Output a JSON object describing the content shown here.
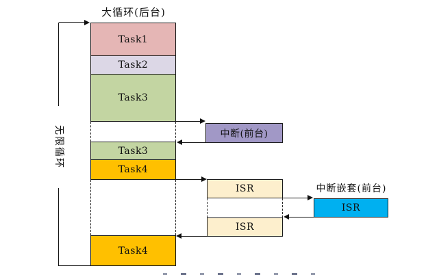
{
  "diagram": {
    "title": "大循环(后台)",
    "loop_label": "无限循环",
    "background_column": {
      "tasks": [
        {
          "id": "task1",
          "label": "Task1",
          "color": "#e5b6b5"
        },
        {
          "id": "task2",
          "label": "Task2",
          "color": "#dcd7e6"
        },
        {
          "id": "task3",
          "label": "Task3",
          "color": "#c3d5a2"
        },
        {
          "id": "task3-resume",
          "label": "Task3",
          "color": "#c3d5a2"
        },
        {
          "id": "task4",
          "label": "Task4",
          "color": "#ffc000"
        },
        {
          "id": "task4-resume",
          "label": "Task4",
          "color": "#ffc000"
        }
      ]
    },
    "interrupt_box": {
      "label": "中断(前台)",
      "color": "#a198c6"
    },
    "nested_interrupt_label": "中断嵌套(前台)",
    "isr_boxes": [
      {
        "id": "isr-first",
        "label": "ISR",
        "color": "#fdefcd"
      },
      {
        "id": "isr-nested",
        "label": "ISR",
        "color": "#00b0f0"
      },
      {
        "id": "isr-second",
        "label": "ISR",
        "color": "#fdefcd"
      }
    ]
  }
}
